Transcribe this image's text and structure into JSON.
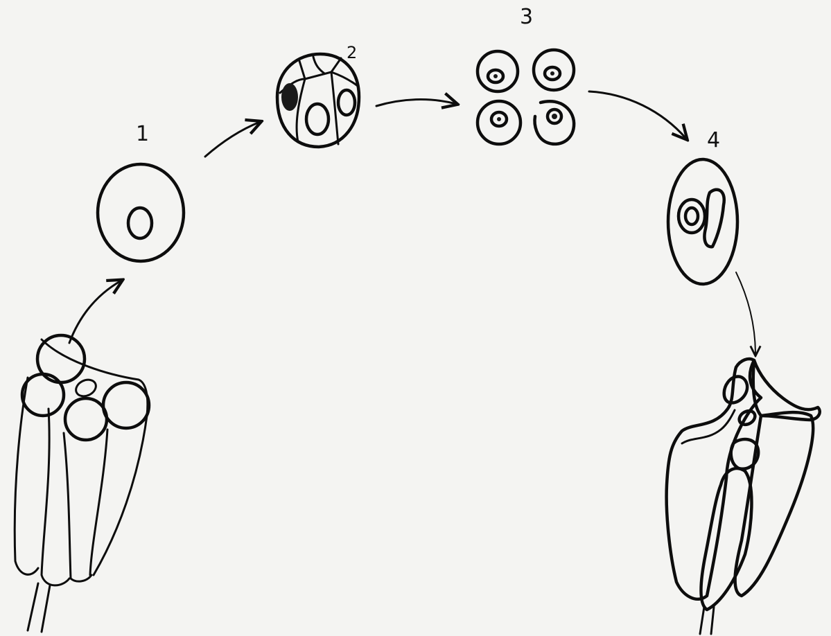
{
  "stages": [
    {
      "id": 1,
      "label": "1"
    },
    {
      "id": 2,
      "label": "2"
    },
    {
      "id": 3,
      "label": "3"
    },
    {
      "id": 4,
      "label": "4"
    }
  ],
  "colors": {
    "ink": "#0d0d0d",
    "paper": "#f4f4f2"
  }
}
